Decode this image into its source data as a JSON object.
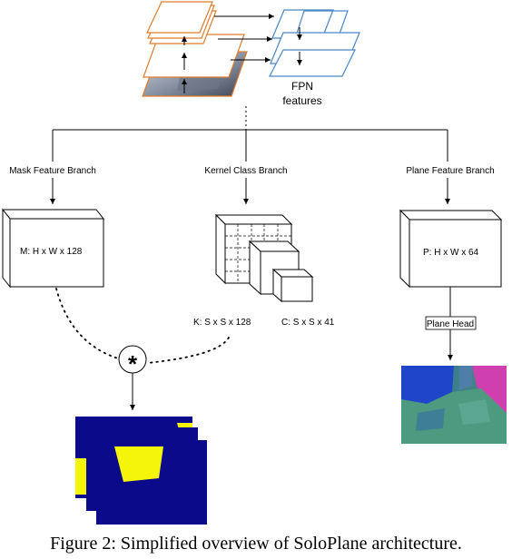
{
  "fpn": {
    "label_line1": "FPN",
    "label_line2": "features"
  },
  "branches": {
    "mask": "Mask Feature Branch",
    "kernel_class": "Kernel Class Branch",
    "plane": "Plane Feature Branch"
  },
  "tensors": {
    "mask": "M: H x W x 128",
    "kernel": "K: S x S x 128",
    "class": "C: S x S x 41",
    "plane": "P: H x W x 64"
  },
  "plane_head": "Plane Head",
  "conv_operator": "*",
  "caption": "Figure 2: Simplified overview of SoloPlane architecture.",
  "colors": {
    "backbone_layer": "#e07b2c",
    "fpn_layer": "#4a86c8",
    "mask_navy": "#0a0a8a",
    "mask_yellow": "#f5f50a"
  }
}
